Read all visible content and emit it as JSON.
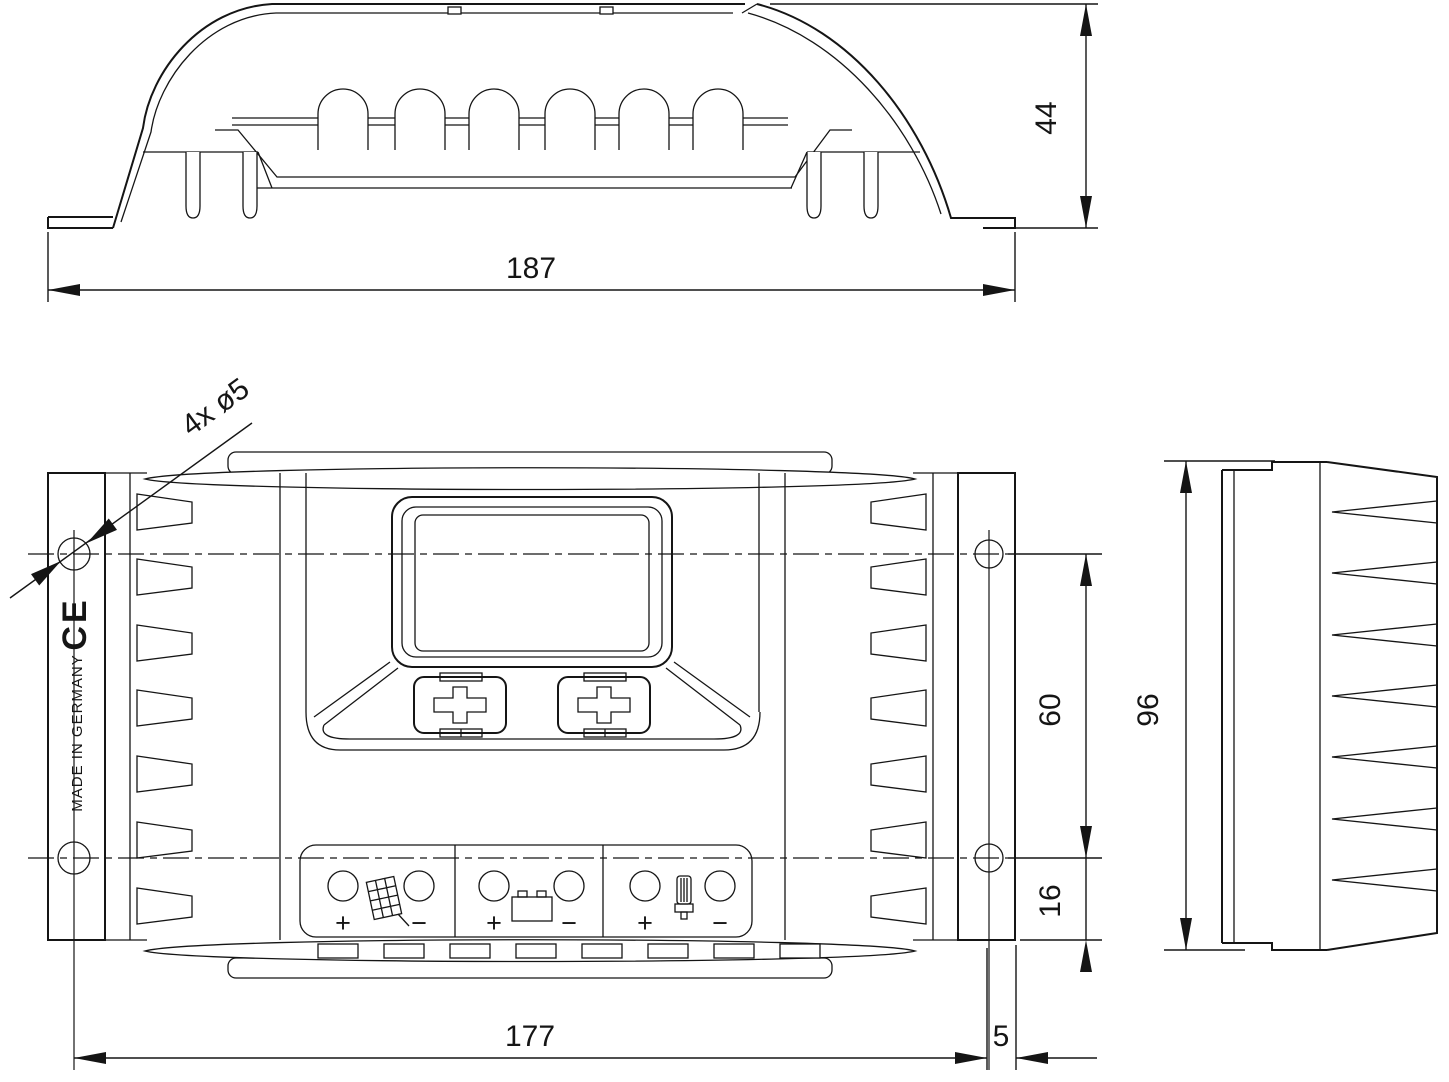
{
  "drawing": {
    "dimensions": {
      "overall_width": "187",
      "height": "44",
      "mounting_hole_callout": "4x ø5",
      "vertical_hole_spacing": "60",
      "lower_hole_to_edge": "16",
      "depth": "96",
      "horizontal_hole_spacing": "177",
      "hole_to_side_edge": "5"
    },
    "labels": {
      "ce_mark": "CE",
      "made_in": "MADE IN GERMANY",
      "plus": "+",
      "minus": "−"
    },
    "icons": {
      "solar": "solar-panel-icon",
      "battery": "battery-icon",
      "load": "lamp-load-icon"
    }
  }
}
